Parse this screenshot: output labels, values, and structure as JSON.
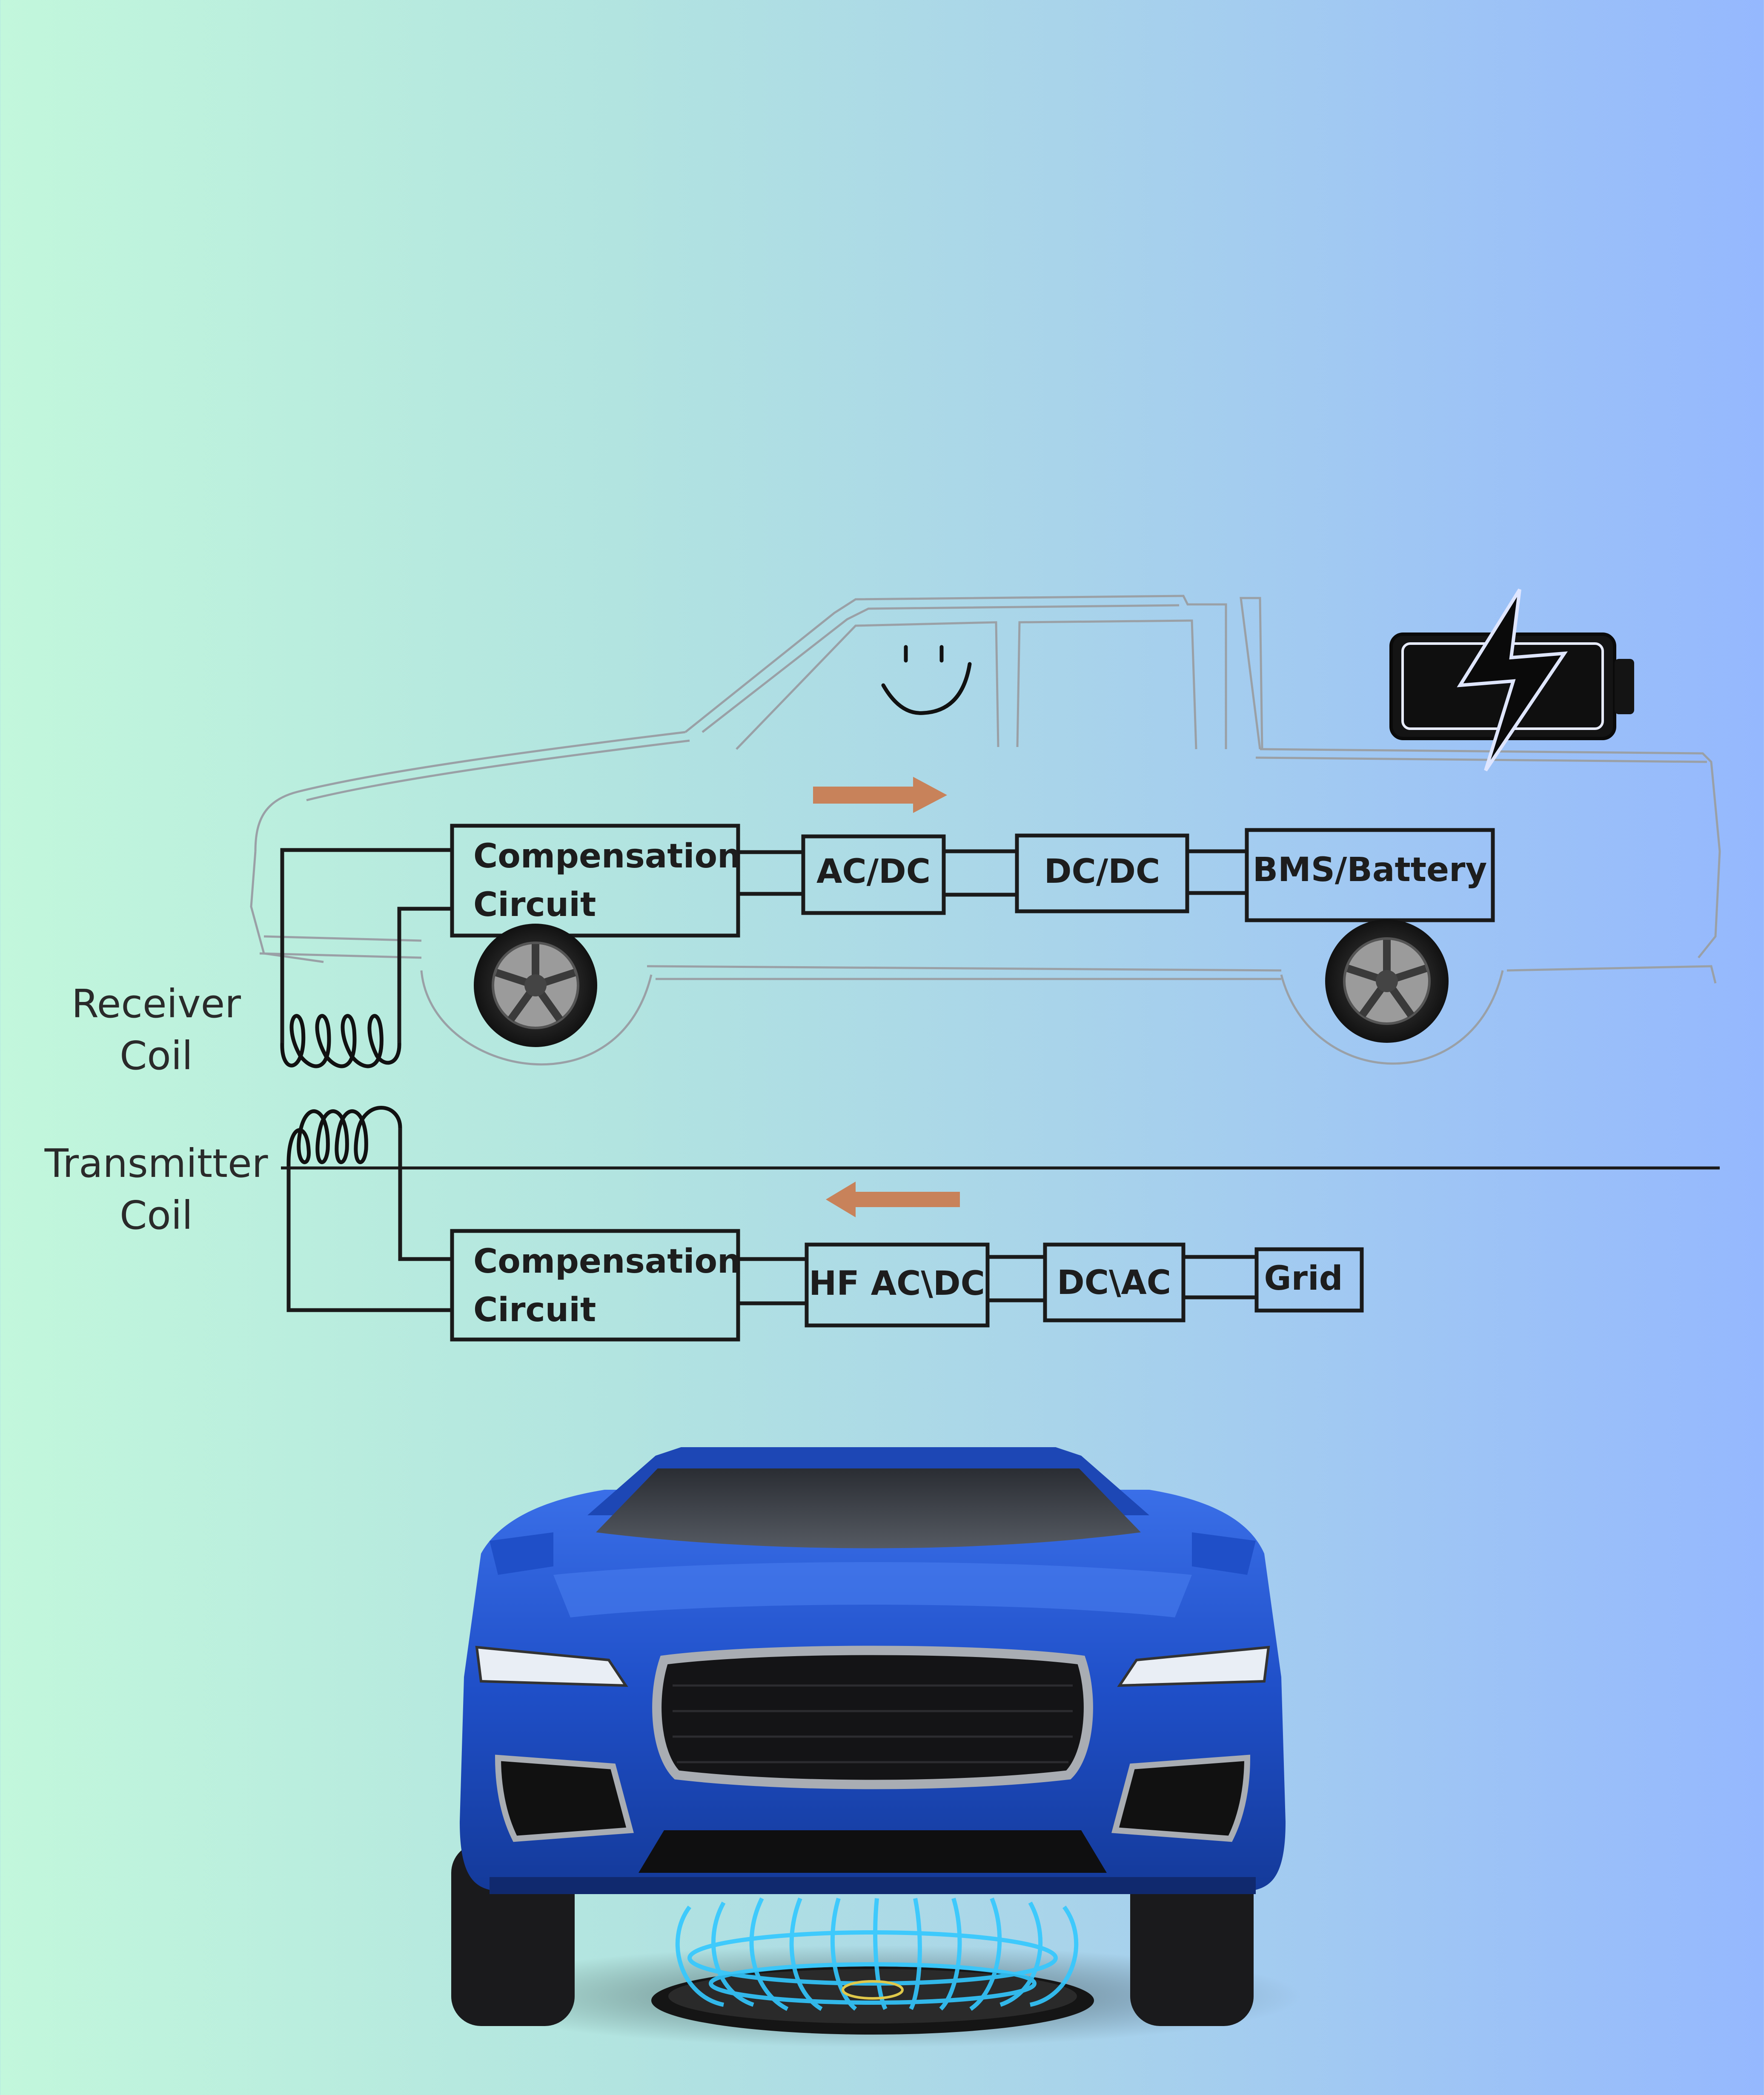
{
  "diagram": {
    "receiver_label": [
      "Receiver",
      "Coil"
    ],
    "transmitter_label": [
      "Transmitter",
      "Coil"
    ],
    "vehicle_chain": [
      {
        "id": "rx-compensation",
        "lines": [
          "Compensation",
          "Circuit"
        ]
      },
      {
        "id": "rx-acdc",
        "lines": [
          "AC/DC"
        ]
      },
      {
        "id": "rx-dcdc",
        "lines": [
          "DC/DC"
        ]
      },
      {
        "id": "rx-bms",
        "lines": [
          "BMS/Battery"
        ]
      }
    ],
    "ground_chain": [
      {
        "id": "tx-compensation",
        "lines": [
          "Compensation",
          "Circuit"
        ]
      },
      {
        "id": "tx-hfacdc",
        "lines": [
          "HF AC\\DC"
        ]
      },
      {
        "id": "tx-dcac",
        "lines": [
          "DC\\AC"
        ]
      },
      {
        "id": "tx-grid",
        "lines": [
          "Grid"
        ]
      }
    ],
    "flow_arrows": [
      {
        "id": "vehicle-flow",
        "direction": "right"
      },
      {
        "id": "ground-flow",
        "direction": "left"
      }
    ],
    "icons": [
      "battery-charging-icon",
      "smiley-face-icon",
      "receiver-coil-icon",
      "transmitter-coil-icon",
      "charging-field-icon"
    ]
  },
  "colors": {
    "arrow": "#c8825a",
    "line": "#1a1a1a",
    "car_body": "#1f4fc8",
    "field": "#33c8ff"
  }
}
